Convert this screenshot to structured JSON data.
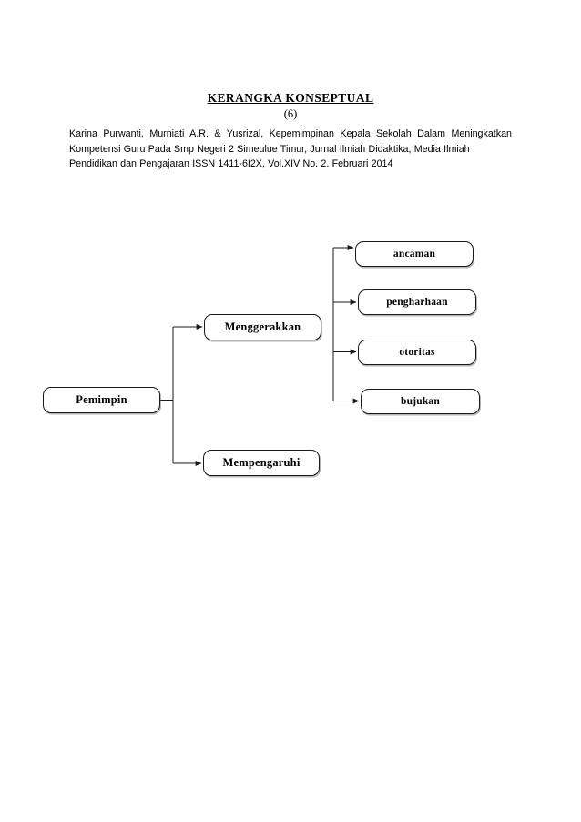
{
  "document": {
    "title": "KERANGKA  KONSEPTUAL",
    "number": "(6)",
    "citation_line_1": "Karina Purwanti, Murniati A.R. & Yusrizal, Kepemimpinan Kepala Sekolah Dalam Meningkatkan",
    "citation_line_2": "Kompetensi Guru Pada Smp Negeri 2 Simeulue Timur, Jurnal Ilmiah Didaktika, Media Ilmiah",
    "citation_line_3": "Pendidikan dan Pengajaran ISSN 1411-6I2X, Vol.XIV No. 2. Februari 2014"
  },
  "diagram": {
    "type": "flowchart",
    "orientation": "left-to-right",
    "root": {
      "id": "pemimpin",
      "label": "Pemimpin"
    },
    "level2": [
      {
        "id": "menggerakkan",
        "label": "Menggerakkan"
      },
      {
        "id": "mempengaruhi",
        "label": "Mempengaruhi"
      }
    ],
    "level3": [
      {
        "id": "ancaman",
        "label": "ancaman"
      },
      {
        "id": "pengharhaan",
        "label": "pengharhaan"
      },
      {
        "id": "otoritas",
        "label": "otoritas"
      },
      {
        "id": "bujukan",
        "label": "bujukan"
      }
    ],
    "edges": [
      {
        "from": "pemimpin",
        "to": "menggerakkan"
      },
      {
        "from": "pemimpin",
        "to": "mempengaruhi"
      },
      {
        "from": "menggerakkan",
        "to": "ancaman"
      },
      {
        "from": "menggerakkan",
        "to": "pengharhaan"
      },
      {
        "from": "menggerakkan",
        "to": "otoritas"
      },
      {
        "from": "menggerakkan",
        "to": "bujukan"
      }
    ],
    "colors": {
      "line": "#1a1a1a",
      "box_border": "#1a1a1a",
      "box_fill": "#ffffff",
      "text": "#000000"
    }
  }
}
